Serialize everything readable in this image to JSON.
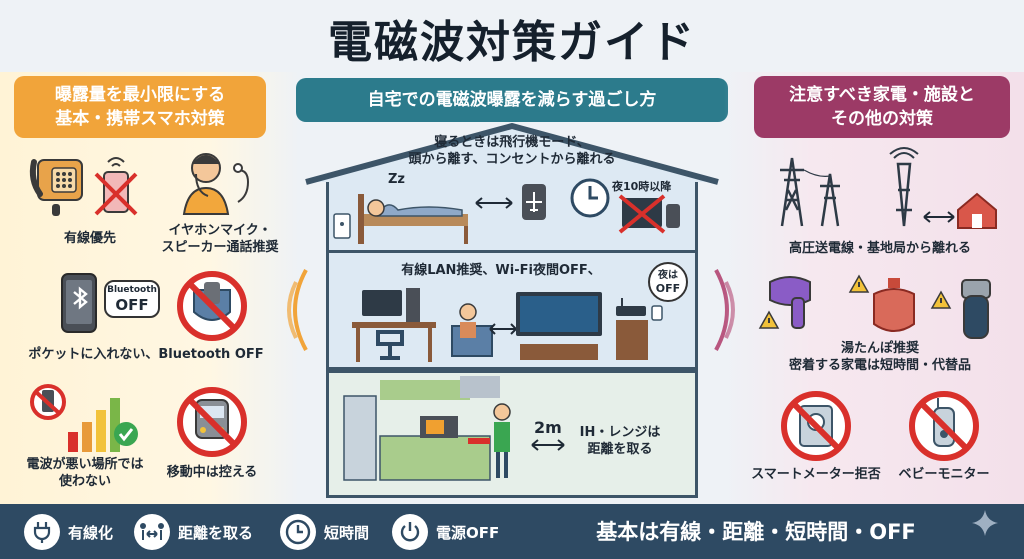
{
  "title": "電磁波対策ガイド",
  "left": {
    "heading_line1": "曝露量を最小限にする",
    "heading_line2": "基本・携帯スマホ対策",
    "items": [
      {
        "label": "有線優先"
      },
      {
        "label_line1": "イヤホンマイク・",
        "label_line2": "スピーカー通話推奨"
      },
      {
        "label": "ポケットに入れない、Bluetooth OFF",
        "bubble": "Bluetooth",
        "bubble_off": "OFF"
      },
      {
        "label_line1": "電波が悪い場所では",
        "label_line2": "使わない"
      },
      {
        "label": "移動中は控える"
      }
    ]
  },
  "center": {
    "heading": "自宅での電磁波曝露を減らす過ごし方",
    "top_floor_line1": "寝るときは飛行機モード、",
    "top_floor_line2": "頭から離す、コンセントから離れる",
    "top_floor_badge": "夜10時以降",
    "mid_floor": "有線LAN推奨、Wi-Fi夜間OFF、",
    "mid_floor_bubble_line1": "夜は",
    "mid_floor_bubble_line2": "OFF",
    "bottom_floor_distance": "2m",
    "bottom_floor_line1": "IH・レンジは",
    "bottom_floor_line2": "距離を取る",
    "sleep_z": "Zz"
  },
  "right": {
    "heading_line1": "注意すべき家電・施設と",
    "heading_line2": "その他の対策",
    "items": [
      {
        "label": "高圧送電線・基地局から離れる"
      },
      {
        "label_line1": "湯たんぽ推奨",
        "label_line2": "密着する家電は短時間・代替品"
      },
      {
        "label": "スマートメーター拒否"
      },
      {
        "label": "ベビーモニター"
      }
    ]
  },
  "bottom_bar": {
    "items": [
      {
        "icon": "plug-icon",
        "label": "有線化"
      },
      {
        "icon": "distance-icon",
        "label": "距離を取る"
      },
      {
        "icon": "clock-icon",
        "label": "短時間"
      },
      {
        "icon": "power-icon",
        "label": "電源OFF"
      }
    ],
    "summary": "基本は有線・距離・短時間・OFF"
  },
  "colors": {
    "left_accent": "#f1a43a",
    "center_accent": "#2c7b8c",
    "right_accent": "#9c3a66",
    "bottom_bar": "#2e4a63",
    "prohibit_red": "#d9302b"
  }
}
